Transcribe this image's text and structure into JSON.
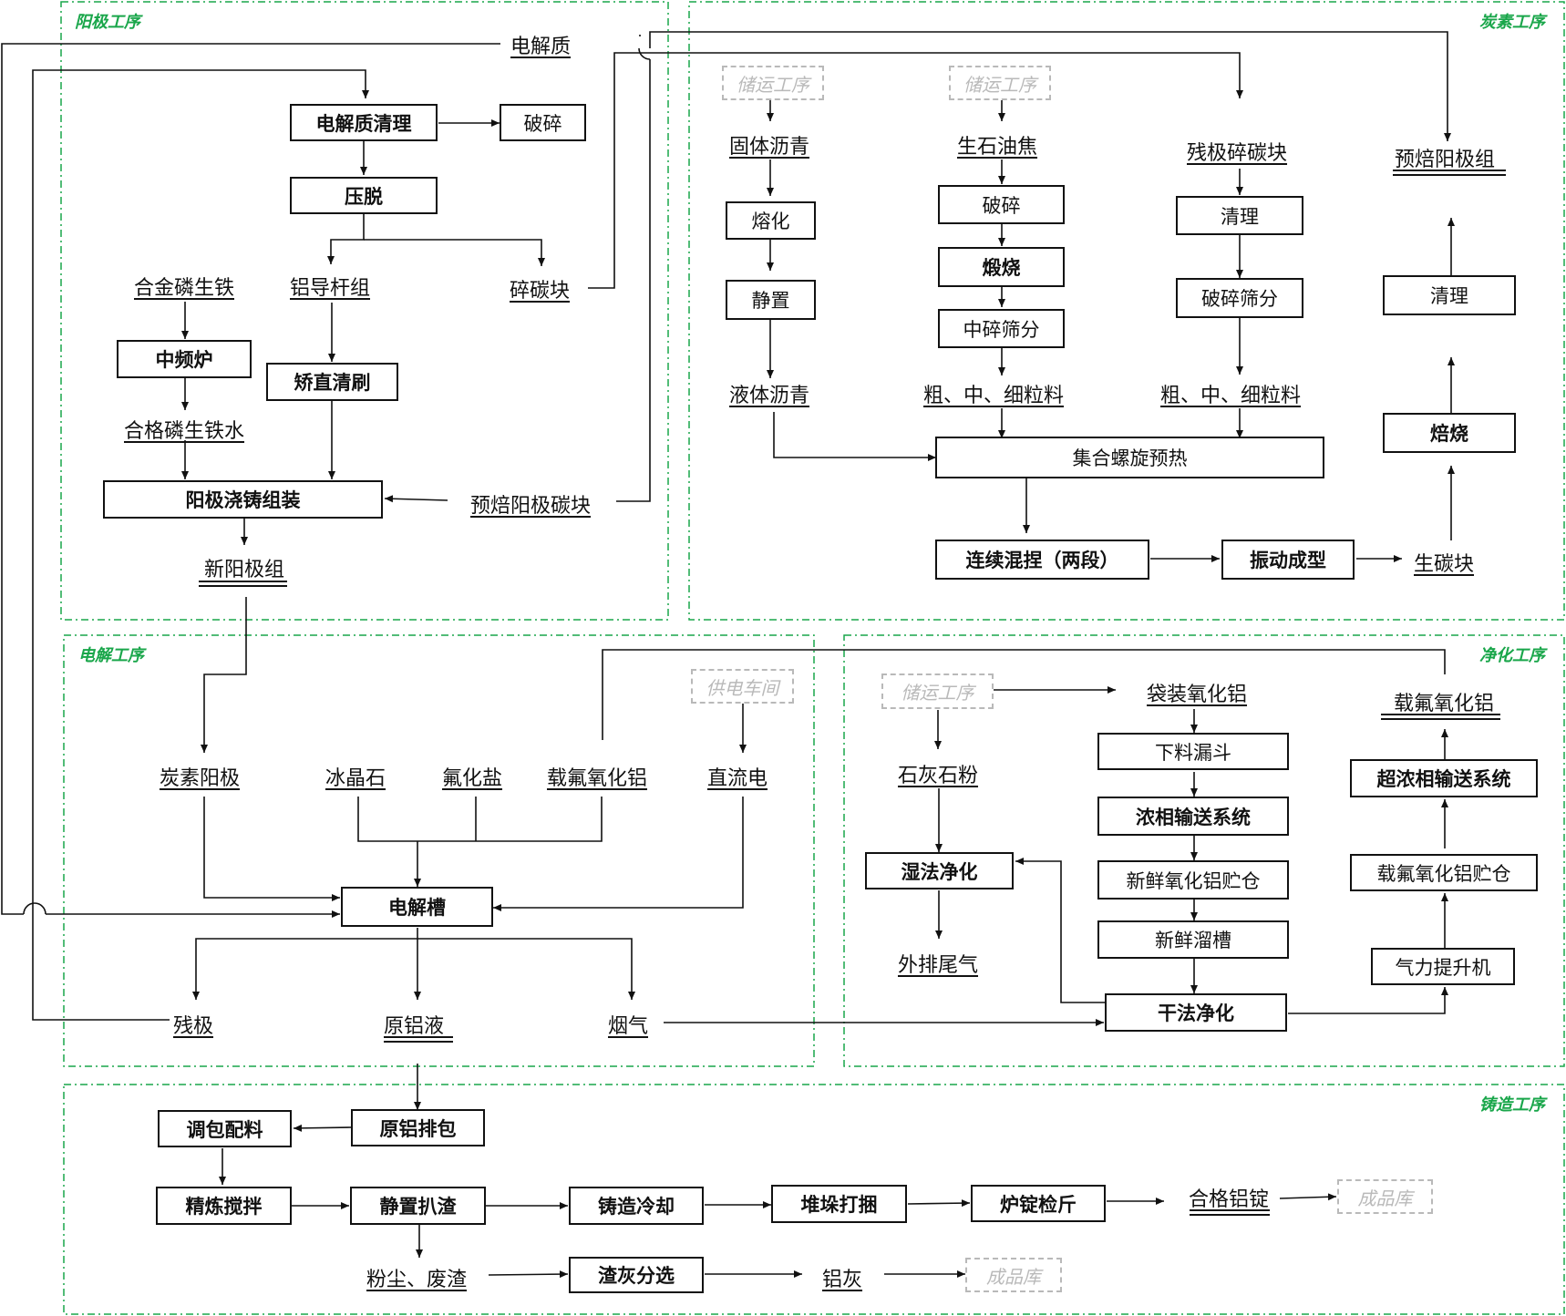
{
  "sections": {
    "anode": "阳极工序",
    "carbon": "炭素工序",
    "electrolysis": "电解工序",
    "purification": "净化工序",
    "casting": "铸造工序"
  },
  "external": {
    "storage": "储运工序",
    "power": "供电车间",
    "warehouse": "成品库"
  },
  "anode": {
    "electrolyte": "电解质",
    "cleaning": "电解质清理",
    "crush": "破碎",
    "press": "压脱",
    "rod": "铝导杆组",
    "carbon_bits": "碎碳块",
    "iron": "合金磷生铁",
    "furnace": "中频炉",
    "iron_water": "合格磷生铁水",
    "straighten": "矫直清刷",
    "casting_assembly": "阳极浇铸组装",
    "prebaked_block": "预焙阳极碳块",
    "new_anode": "新阳极组"
  },
  "carbon": {
    "solid_pitch": "固体沥青",
    "melt": "熔化",
    "settle": "静置",
    "liquid_pitch": "液体沥青",
    "coke": "生石油焦",
    "crush": "破碎",
    "calcine": "煅烧",
    "medium_crush": "中碎筛分",
    "particles": "粗、中、细粒料",
    "residue": "残极碎碳块",
    "clean": "清理",
    "crush_screen": "破碎筛分",
    "particles2": "粗、中、细粒料",
    "preheat": "集合螺旋预热",
    "kneading": "连续混捏（两段）",
    "vibration": "振动成型",
    "green": "生碳块",
    "bake": "焙烧",
    "clean2": "清理",
    "prebaked_group": "预焙阳极组"
  },
  "electrolysis": {
    "carbon_anode": "炭素阳极",
    "cryolite": "冰晶石",
    "fluoride": "氟化盐",
    "loaded_alumina": "载氟氧化铝",
    "dc": "直流电",
    "cell": "电解槽",
    "residual": "残极",
    "liquid_al": "原铝液",
    "fume": "烟气"
  },
  "purification": {
    "bag_alumina": "袋装氧化铝",
    "hopper": "下料漏斗",
    "dense": "浓相输送系统",
    "fresh_silo": "新鲜氧化铝贮仓",
    "fresh_chute": "新鲜溜槽",
    "dry": "干法净化",
    "lift": "气力提升机",
    "loaded_silo": "载氟氧化铝贮仓",
    "super_dense": "超浓相输送系统",
    "loaded_alumina": "载氟氧化铝",
    "lime": "石灰石粉",
    "wet": "湿法净化",
    "tail": "外排尾气"
  },
  "casting": {
    "ladle": "原铝排包",
    "mix": "调包配料",
    "refine": "精炼搅拌",
    "skim": "静置扒渣",
    "cool": "铸造冷却",
    "stack": "堆垛打捆",
    "inspect": "炉锭检斤",
    "ingot": "合格铝锭",
    "dust": "粉尘、废渣",
    "sort": "渣灰分选",
    "ash": "铝灰"
  }
}
